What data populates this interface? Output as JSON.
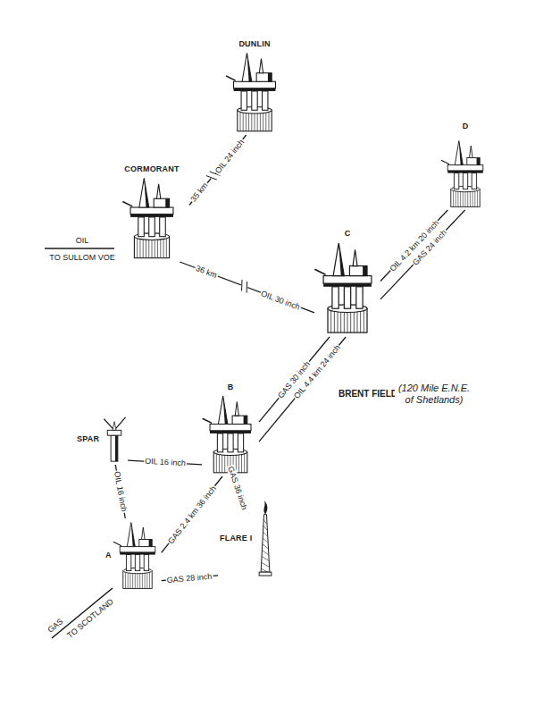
{
  "diagram": {
    "nodes": [
      {
        "text": [
          "DUNLIN"
        ]
      },
      {
        "text": [
          "CORMORANT"
        ]
      },
      {
        "text": [
          "C"
        ]
      },
      {
        "text": [
          "D"
        ]
      },
      {
        "text": [
          "B"
        ]
      },
      {
        "text": [
          "SPAR"
        ]
      },
      {
        "text": [
          "A"
        ]
      },
      {
        "text": [
          "FLARE I"
        ]
      }
    ],
    "edges": [
      {
        "from": 0,
        "to": 1,
        "label": "OIL 24 inch",
        "arrow": "none"
      },
      {
        "from": 1,
        "to": 2,
        "label": "OIL 30 inch",
        "arrow": "none"
      },
      {
        "from": 2,
        "to": 3,
        "label": "OIL 4.2 km 20 inch",
        "arrow": "none"
      },
      {
        "from": 2,
        "to": 3,
        "label": "GAS 24 inch",
        "arrow": "none"
      },
      {
        "from": 2,
        "to": 4,
        "label": "OIL 4.4 km 24 inch",
        "arrow": "none"
      },
      {
        "from": 2,
        "to": 4,
        "label": "GAS 30 inch",
        "arrow": "none"
      },
      {
        "from": 5,
        "to": 4,
        "label": "OIL 16 inch",
        "arrow": "none"
      },
      {
        "from": 5,
        "to": 6,
        "label": "OIL 16 inch",
        "arrow": "none"
      },
      {
        "from": 4,
        "to": 6,
        "label": "GAS 2.4 km 36 inch",
        "arrow": "none"
      },
      {
        "from": 4,
        "to": 7,
        "label": "GAS 36 inch",
        "arrow": "none"
      },
      {
        "from": 6,
        "to": 7,
        "label": "GAS 28 inch",
        "arrow": "none"
      }
    ],
    "labels": [
      "OIL",
      "TO SULLOM VOE",
      "35 km",
      "36 km",
      "BRENT FIELD",
      "(120 Mile E.N.E. of Shetlands)",
      "GAS",
      "TO SCOTLAND"
    ]
  }
}
